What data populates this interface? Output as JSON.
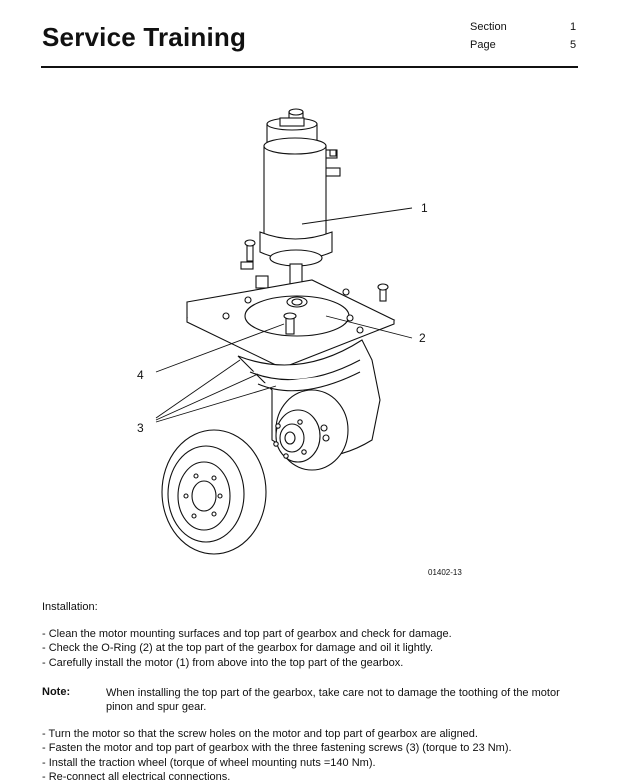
{
  "header": {
    "title": "Service Training",
    "section_label": "Section",
    "section_value": "1",
    "page_label": "Page",
    "page_value": "5"
  },
  "figure": {
    "callouts": [
      "1",
      "2",
      "3",
      "4"
    ],
    "code": "01402-13"
  },
  "body": {
    "installation_heading": "Installation:",
    "steps_1": [
      "-  Clean the motor mounting surfaces and top part of gearbox and check for damage.",
      "-  Check the O-Ring (2) at the top part of the gearbox for damage and oil it lightly.",
      "-  Carefully install the motor (1) from above into the top part of the gearbox."
    ],
    "note_label": "Note:",
    "note_text": "When installing the top part of the gearbox, take care not to damage the toothing of the motor pinon and spur gear.",
    "steps_2": [
      "-  Turn the motor so that the screw holes on the motor and top part of gearbox are aligned.",
      "-  Fasten the motor and top part of gearbox with the three fastening screws (3) (torque to 23 Nm).",
      "-  Install the traction wheel (torque of wheel mounting nuts =140 Nm).",
      "-  Re-connect all electrical connections."
    ]
  }
}
